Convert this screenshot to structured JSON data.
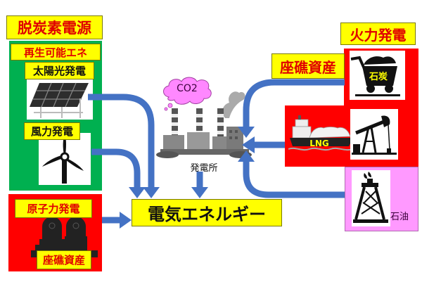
{
  "left": {
    "decarbonized_title": "脱炭素電源",
    "renewable_title": "再生可能エネ",
    "solar_label": "太陽光発電",
    "wind_label": "風力発電",
    "nuclear_label": "原子力発電",
    "nuclear_asset_label": "座礁資産"
  },
  "center": {
    "co2_label": "CO2",
    "plant_label": "発電所",
    "electric_energy_label": "電気エネルギー"
  },
  "right": {
    "thermal_title": "火力発電",
    "stranded_asset_label": "座礁資産",
    "coal_label": "石炭",
    "lng_label": "LNG",
    "oil_label": "石油"
  },
  "colors": {
    "yellow": "#ffff00",
    "green": "#00b050",
    "red": "#ff0000",
    "pink": "#ff99ff",
    "arrow_blue": "#4472c4"
  }
}
